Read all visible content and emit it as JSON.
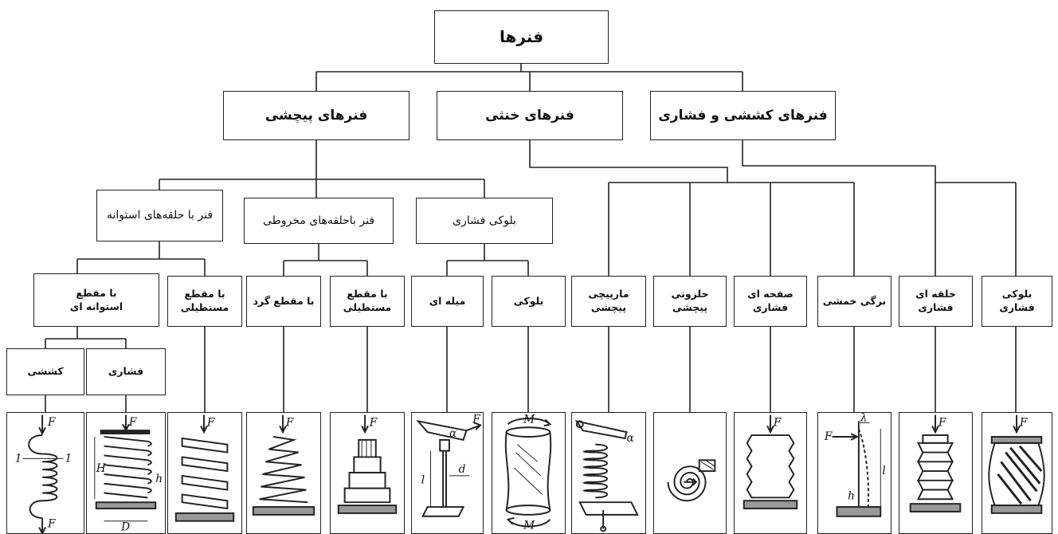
{
  "root": "فنرها",
  "categories": {
    "torsion": "فنرهای پیچشی",
    "bending": "فنرهای خنثی",
    "tension_compression": "فنرهای کششی و فشاری"
  },
  "subcategories": {
    "cylindrical": "فنر با حلقه‌های استوانه",
    "conical": "فنر باحلقه‌های مخروطی",
    "block": "بلوکی فشاری"
  },
  "types": {
    "round_section": "با مقطع\nاستوانه ای",
    "rect_section_cyl": "با مقطع\nمستطیلی",
    "round_section_con": "با مقطع گرد",
    "rect_section_con": "با مقطع\nمستطیلی",
    "rod": "میله ای",
    "block_torsion": "بلوکی",
    "helical_torsion": "مارپیچی\nپیچشی",
    "spiral_torsion": "حلزونی\nپیچشی",
    "disc_compression": "صفحه ای\nفشاری",
    "leaf_bending": "برگی خمشی",
    "ring_compression": "حلقه ای\nفشاری",
    "block_compression": "بلوکی\nفشاری"
  },
  "leaf_types": {
    "tension": "کششی",
    "compression": "فشاری"
  },
  "figure_labels": {
    "force": "F",
    "moment": "M",
    "diameter": "D",
    "rod_d": "d",
    "length": "l",
    "height": "H",
    "small_h": "h",
    "deflection": "λ",
    "angle": "α",
    "section": "1"
  }
}
